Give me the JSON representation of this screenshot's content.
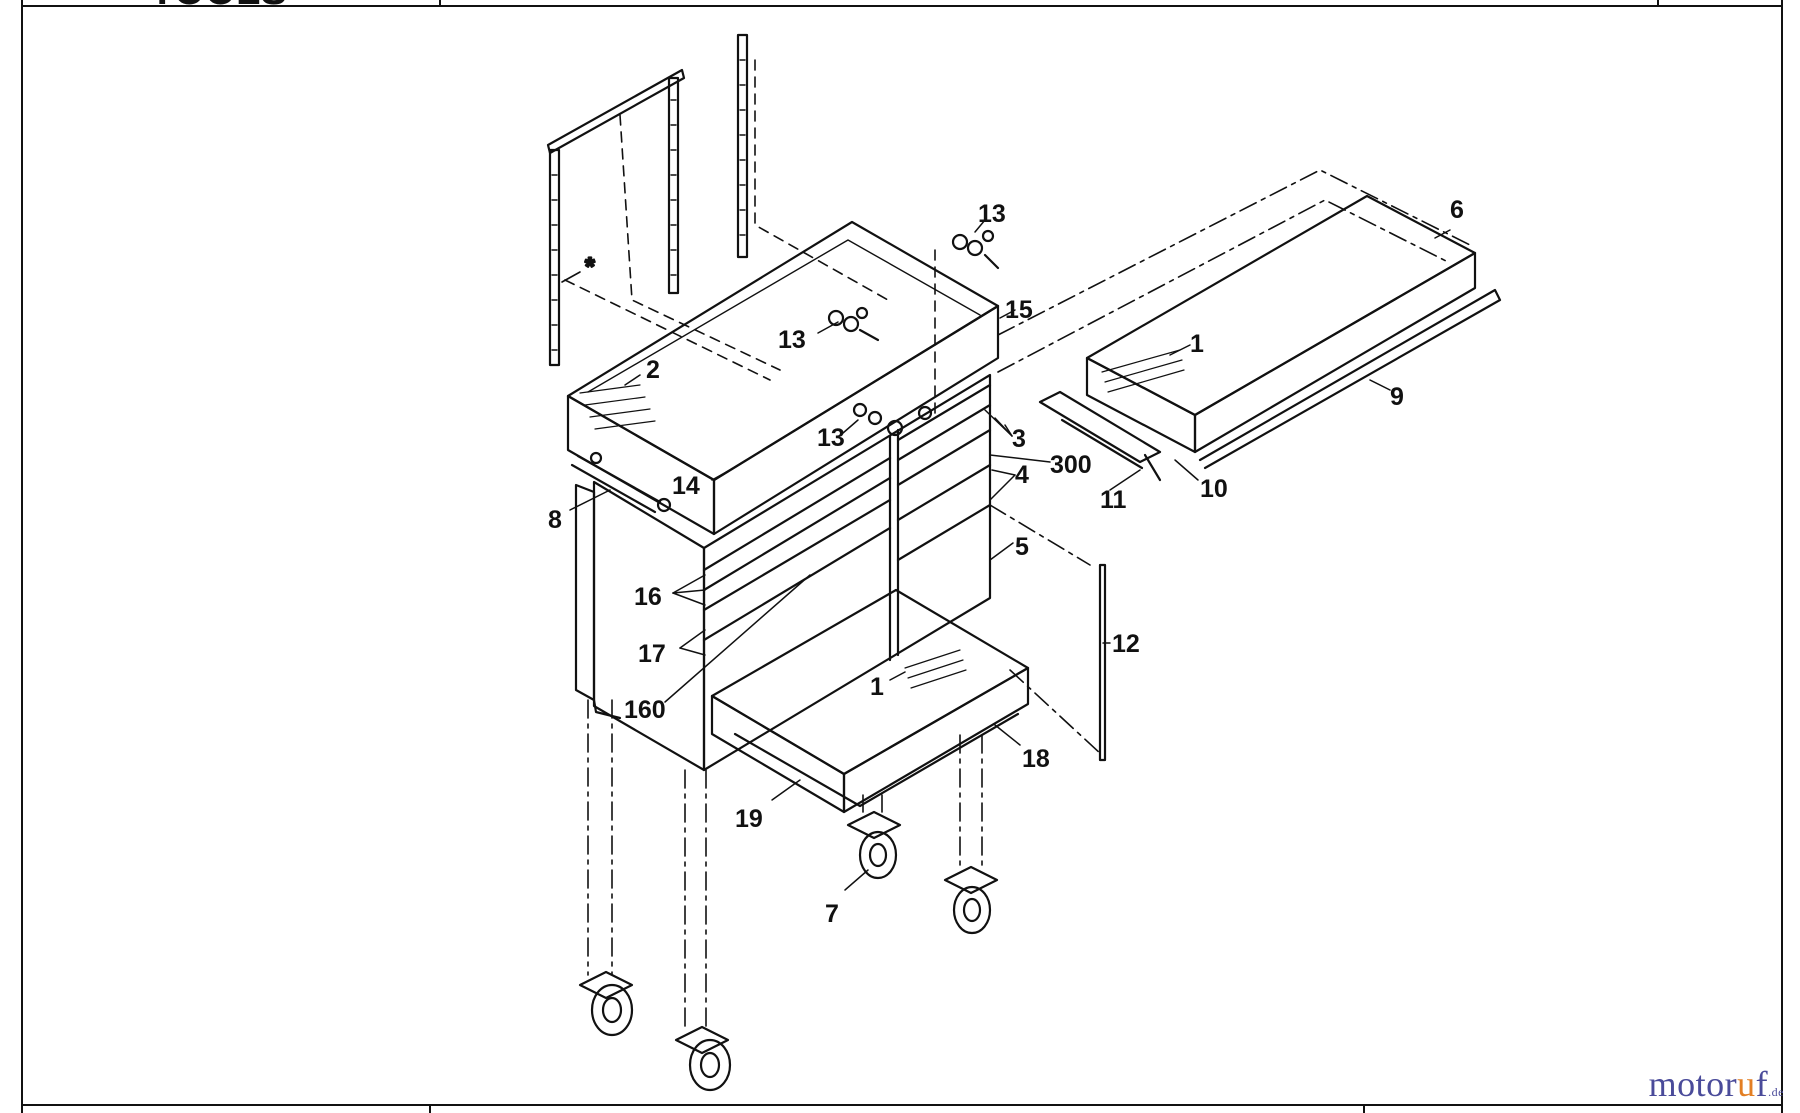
{
  "header": {
    "logo_text": "TOOLS"
  },
  "watermark": {
    "part1": "motor",
    "part2": "u",
    "part3": "f",
    "suffix": ".de"
  },
  "callouts": {
    "c13a": "13",
    "c13b": "13",
    "c13c": "13",
    "c15": "15",
    "c6": "6",
    "c1_top": "1",
    "c9": "9",
    "c2": "2",
    "c3": "3",
    "c300": "300",
    "c4": "4",
    "c14": "14",
    "c8": "8",
    "c10": "10",
    "c11": "11",
    "c5": "5",
    "c16": "16",
    "c12": "12",
    "c17": "17",
    "c1_bottom": "1",
    "c160": "160",
    "c18": "18",
    "c19": "19",
    "c7": "7"
  },
  "asterisk": "*",
  "colors": {
    "line": "#111111",
    "watermark_blue": "#4a4b9a",
    "watermark_orange": "#e37f24"
  }
}
